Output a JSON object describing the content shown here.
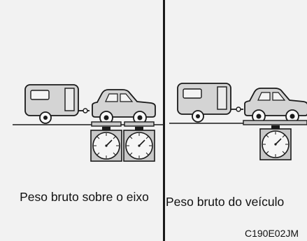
{
  "figure": {
    "left_panel": {
      "caption": "Peso bruto sobre o eixo"
    },
    "right_panel": {
      "caption": "Peso bruto do veículo",
      "figure_code": "C190E02JM"
    },
    "colors": {
      "background": "#f2f2f2",
      "line": "#1a1a1a",
      "vehicle_fill": "#d4d4d4",
      "scale_fill": "#c8c8c8"
    }
  }
}
